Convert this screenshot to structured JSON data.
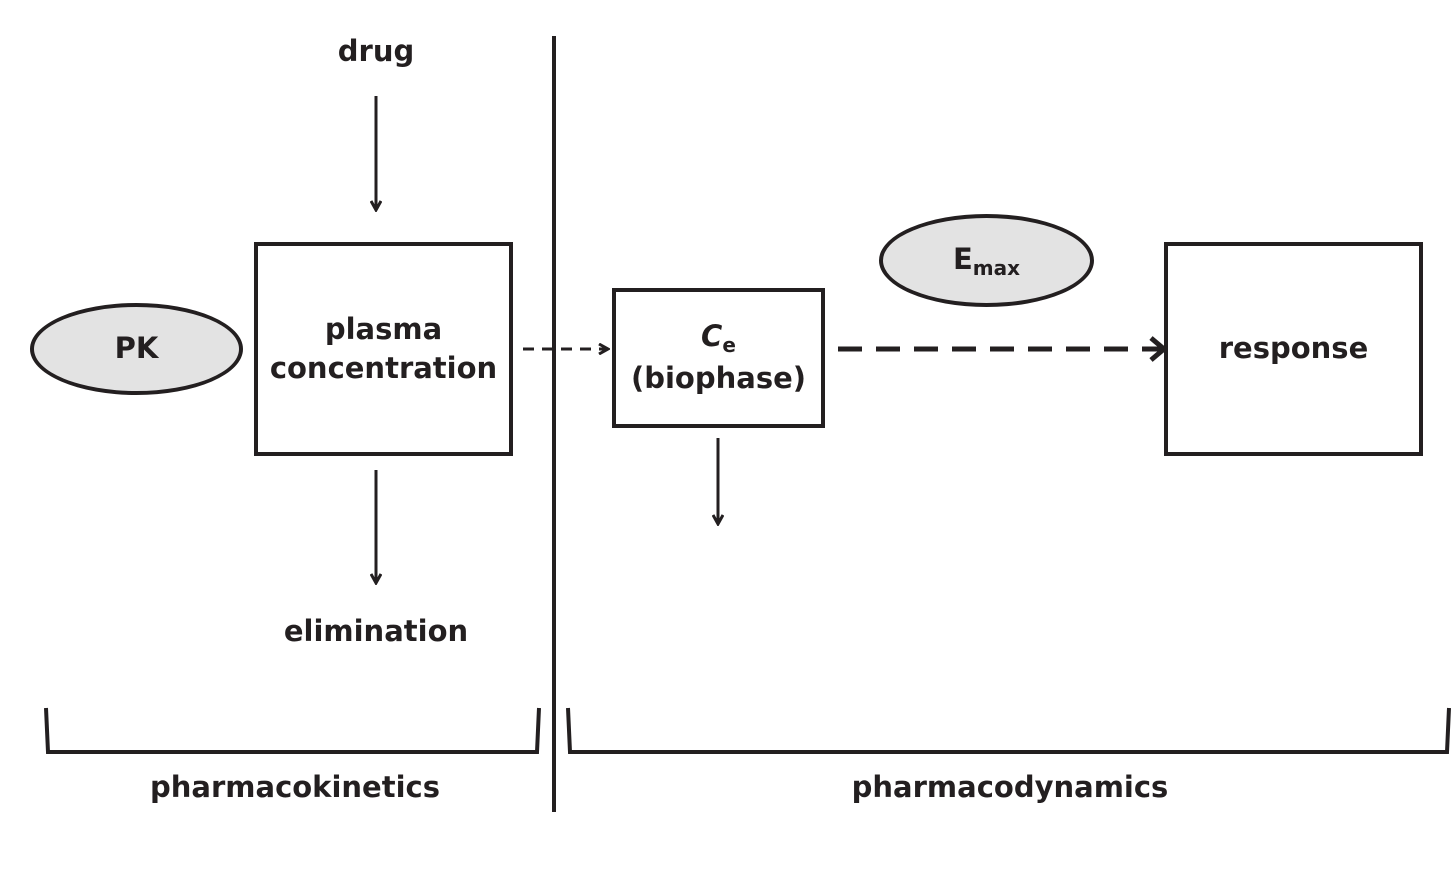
{
  "nodes": {
    "drug": "drug",
    "plasma_line1": "plasma",
    "plasma_line2": "concentration",
    "elimination": "elimination",
    "ce_main": "C",
    "ce_sub": "e",
    "ce_line2": "(biophase)",
    "response": "response"
  },
  "badges": {
    "pk": "PK",
    "emax_main": "E",
    "emax_sub": "max"
  },
  "sections": {
    "left": "pharmacokinetics",
    "right": "pharmacodynamics"
  },
  "colors": {
    "stroke": "#231f20",
    "oval_fill": "#e3e3e3",
    "background": "#ffffff"
  }
}
